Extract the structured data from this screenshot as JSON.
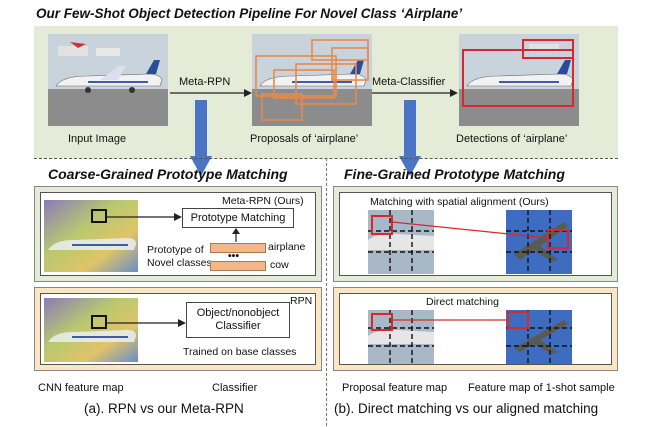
{
  "title": "Our Few-Shot Object Detection Pipeline For Novel Class ‘Airplane’",
  "pipeline": {
    "input_label": "Input Image",
    "proposals_label": "Proposals of ‘airplane’",
    "detections_label": "Detections of ‘airplane’",
    "arrow1_label": "Meta-RPN",
    "arrow2_label": "Meta-Classifier"
  },
  "left": {
    "heading": "Coarse-Grained Prototype Matching",
    "meta_rpn_label": "Meta-RPN (Ours)",
    "prototype_matching": "Prototype Matching",
    "prototype_of": "Prototype of",
    "novel_classes": "Novel classes",
    "dots": "•••",
    "class_airplane": "airplane",
    "class_cow": "cow",
    "rpn_label": "RPN",
    "classifier_line1": "Object/nonobject",
    "classifier_line2": "Classifier",
    "trained_on": "Trained on base classes",
    "cnn_label": "CNN feature map",
    "classifier_label": "Classifier",
    "caption": "(a). RPN vs our Meta-RPN"
  },
  "right": {
    "heading": "Fine-Grained Prototype Matching",
    "aligned_label": "Matching with spatial alignment (Ours)",
    "direct_label": "Direct matching",
    "proposal_map_label": "Proposal feature map",
    "feature_map_label": "Feature map of 1-shot sample",
    "caption": "(b). Direct matching vs our aligned matching"
  },
  "colors": {
    "green_panel": "#e4ecd8",
    "peach_panel": "#fbe6c4",
    "arrow_blue": "#4a74c4",
    "box_red": "#d42a2a",
    "box_orange": "#e8894a"
  }
}
